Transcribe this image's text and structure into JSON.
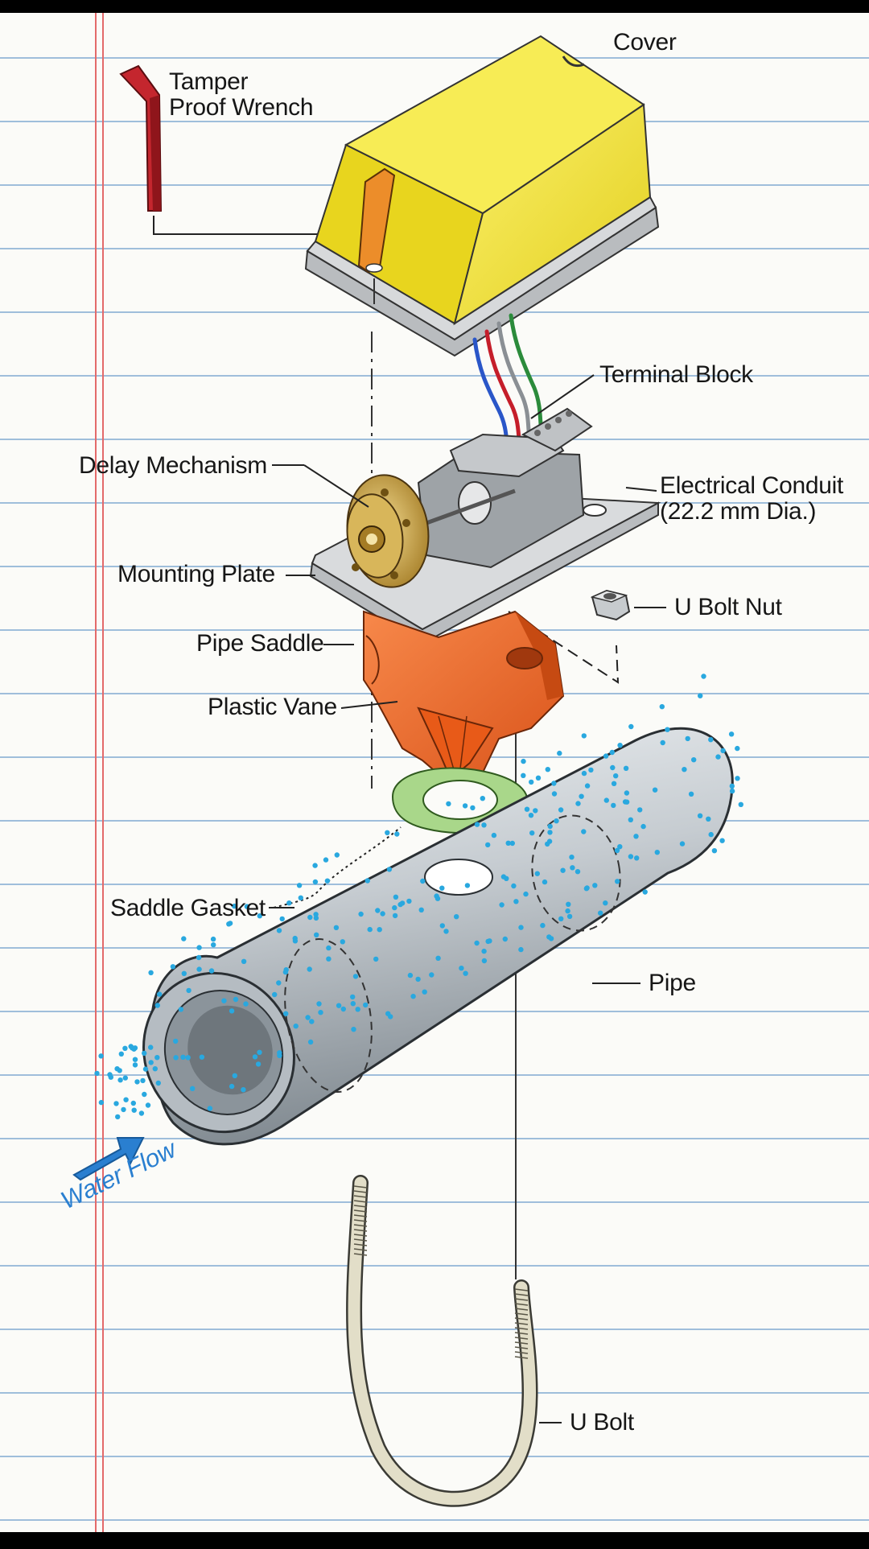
{
  "labels": {
    "cover": "Cover",
    "wrench_line1": "Tamper",
    "wrench_line2": "Proof Wrench",
    "terminal_block": "Terminal Block",
    "delay_mechanism": "Delay Mechanism",
    "conduit_line1": "Electrical Conduit",
    "conduit_line2": "(22.2 mm Dia.)",
    "mounting_plate": "Mounting Plate",
    "u_bolt_nut": "U Bolt Nut",
    "pipe_saddle": "Pipe Saddle",
    "plastic_vane": "Plastic Vane",
    "saddle_gasket": "Saddle Gasket",
    "pipe": "Pipe",
    "water_flow": "Water Flow",
    "u_bolt": "U Bolt"
  },
  "colors": {
    "paper": "#fbfbf8",
    "rule_line": "#8fb4d6",
    "margin_line": "#e36a6a",
    "cover_yellow": "#f2e33a",
    "wrench_red": "#c4262e",
    "saddle_orange": "#ef6a1e",
    "gasket_green": "#a9d78a",
    "brass": "#c9a14a",
    "pipe_gray": "#c9ced2",
    "water_blue": "#29a8df",
    "arrow_blue": "#2a7fd0"
  }
}
